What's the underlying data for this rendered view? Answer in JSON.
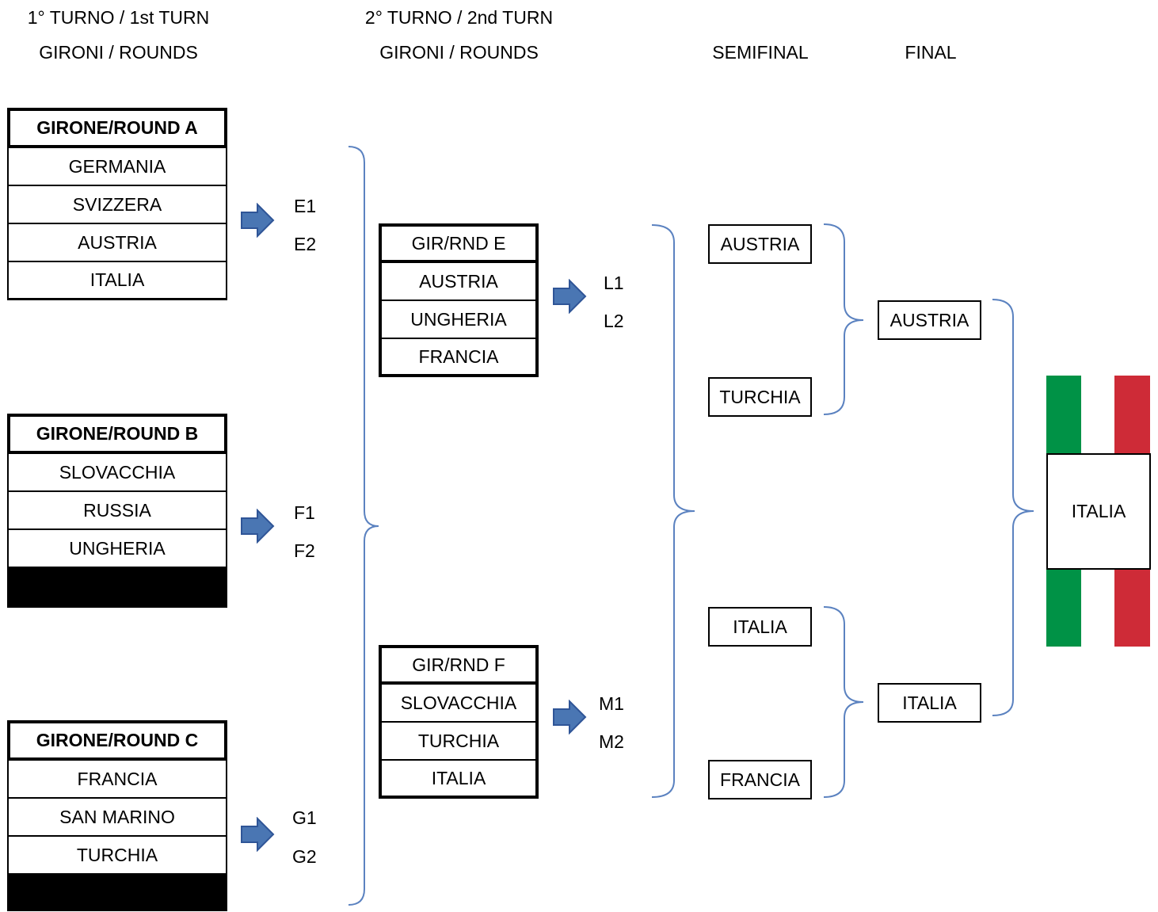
{
  "headers": {
    "turn1_line1": "1° TURNO / 1st TURN",
    "turn1_line2": "GIRONI / ROUNDS",
    "turn2_line1": "2° TURNO / 2nd TURN",
    "turn2_line2": "GIRONI / ROUNDS",
    "semifinal": "SEMIFINAL",
    "final": "FINAL"
  },
  "round1": [
    {
      "title": "GIRONE/ROUND A",
      "teams": [
        "GERMANIA",
        "SVIZZERA",
        "AUSTRIA",
        "ITALIA"
      ],
      "qualifiers": [
        "E1",
        "E2"
      ]
    },
    {
      "title": "GIRONE/ROUND B",
      "teams": [
        "SLOVACCHIA",
        "RUSSIA",
        "UNGHERIA"
      ],
      "qualifiers": [
        "F1",
        "F2"
      ]
    },
    {
      "title": "GIRONE/ROUND C",
      "teams": [
        "FRANCIA",
        "SAN MARINO",
        "TURCHIA"
      ],
      "qualifiers": [
        "G1",
        "G2"
      ]
    }
  ],
  "round2": [
    {
      "title": "GIR/RND E",
      "teams": [
        "AUSTRIA",
        "UNGHERIA",
        "FRANCIA"
      ],
      "qualifiers": [
        "L1",
        "L2"
      ]
    },
    {
      "title": "GIR/RND F",
      "teams": [
        "SLOVACCHIA",
        "TURCHIA",
        "ITALIA"
      ],
      "qualifiers": [
        "M1",
        "M2"
      ]
    }
  ],
  "semifinals": [
    "AUSTRIA",
    "TURCHIA",
    "ITALIA",
    "FRANCIA"
  ],
  "finalists": [
    "AUSTRIA",
    "ITALIA"
  ],
  "champion": "ITALIA",
  "colors": {
    "arrow_fill": "#4a76b3",
    "arrow_stroke": "#2f5597",
    "brace": "#5b82c0",
    "flag_green": "#009246",
    "flag_red": "#ce2b37"
  }
}
